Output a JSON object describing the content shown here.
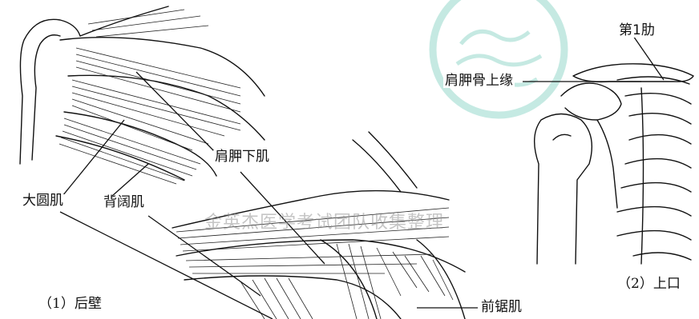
{
  "labels": {
    "scapular_upper_border": "肩胛骨上缘",
    "first_rib": "第1肋",
    "subscapularis": "肩胛下肌",
    "teres_major": "大圆肌",
    "latissimus_dorsi": "背阔肌",
    "serratus_anterior": "前锯肌"
  },
  "captions": {
    "panel_1": "（1）后壁",
    "panel_2": "（2）上口"
  },
  "watermark": {
    "text": "金英杰医学考试团队收集整理",
    "color": "#7fd0c0"
  }
}
